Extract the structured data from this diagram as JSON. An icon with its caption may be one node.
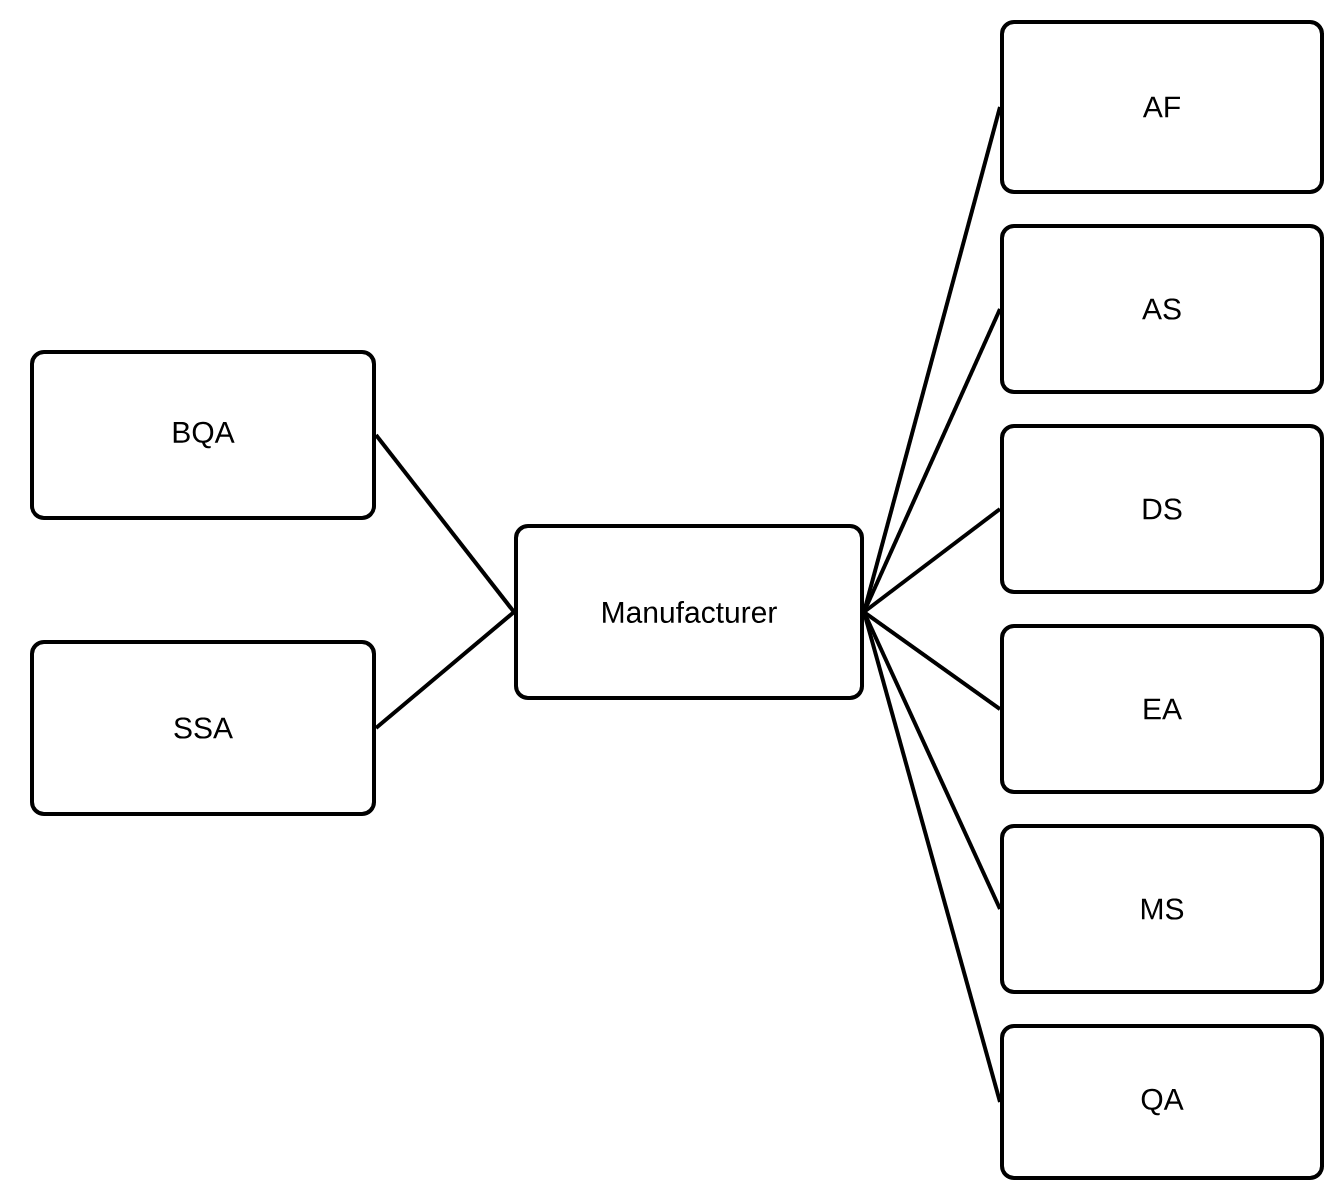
{
  "diagram": {
    "nodes": [
      {
        "text": [
          "BQA"
        ]
      },
      {
        "text": [
          "SSA"
        ]
      },
      {
        "text": [
          "Manufacturer"
        ]
      },
      {
        "text": [
          "AF"
        ]
      },
      {
        "text": [
          "AS"
        ]
      },
      {
        "text": [
          "DS"
        ]
      },
      {
        "text": [
          "EA"
        ]
      },
      {
        "text": [
          "MS"
        ]
      },
      {
        "text": [
          "QA"
        ]
      }
    ],
    "edges": [
      {
        "from": 0,
        "to": 2,
        "arrow": "none"
      },
      {
        "from": 1,
        "to": 2,
        "arrow": "none"
      },
      {
        "from": 2,
        "to": 3,
        "arrow": "none"
      },
      {
        "from": 2,
        "to": 4,
        "arrow": "none"
      },
      {
        "from": 2,
        "to": 5,
        "arrow": "none"
      },
      {
        "from": 2,
        "to": 6,
        "arrow": "none"
      },
      {
        "from": 2,
        "to": 7,
        "arrow": "none"
      },
      {
        "from": 2,
        "to": 8,
        "arrow": "none"
      }
    ]
  }
}
